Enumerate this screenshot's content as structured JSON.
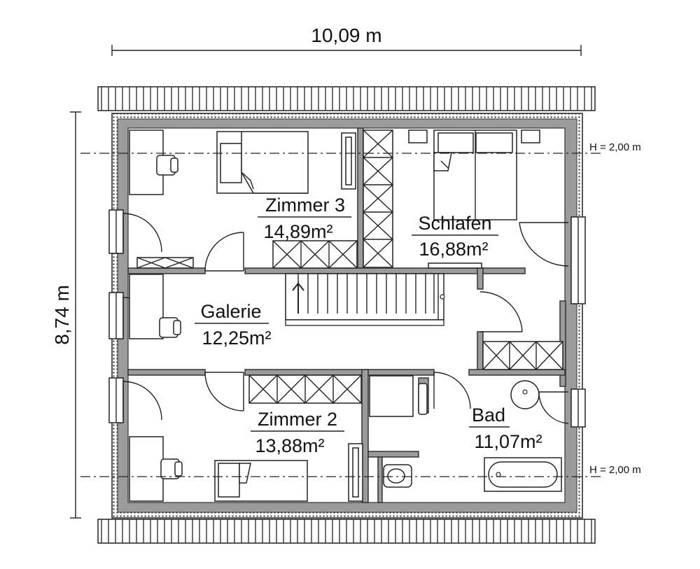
{
  "dimensions": {
    "width": "10,09 m",
    "depth": "8,74 m"
  },
  "height_lines": {
    "top": "H = 2,00 m",
    "bottom": "H = 2,00 m"
  },
  "rooms": {
    "zimmer3": {
      "name": "Zimmer 3",
      "area": "14,89m²"
    },
    "schlafen": {
      "name": "Schlafen",
      "area": "16,88m²"
    },
    "galerie": {
      "name": "Galerie",
      "area": "12,25m²"
    },
    "zimmer2": {
      "name": "Zimmer 2",
      "area": "13,88m²"
    },
    "bad": {
      "name": "Bad",
      "area": "11,07m²"
    }
  }
}
